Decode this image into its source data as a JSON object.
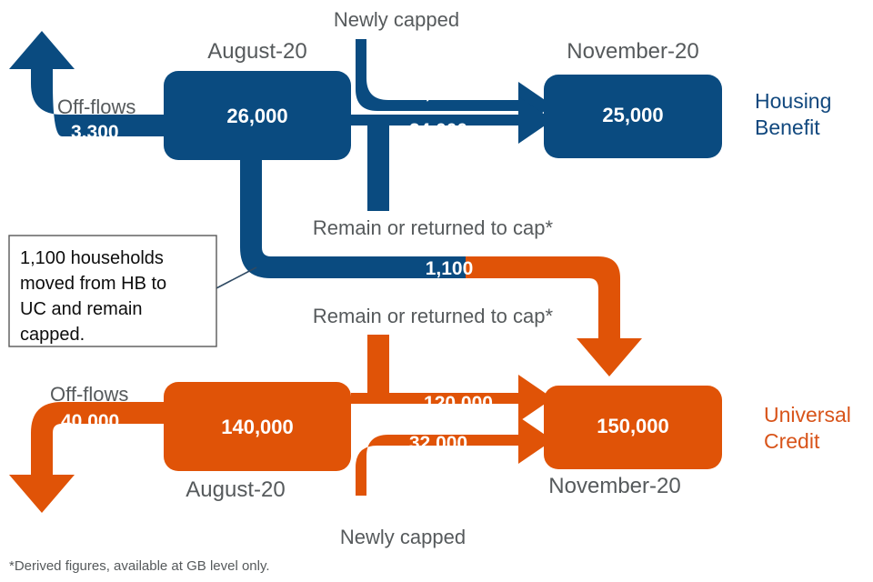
{
  "diagram": {
    "type": "flow",
    "title": "Benefit cap household flows, August-20 to November-20",
    "colors": {
      "housing_benefit": "#0A4B80",
      "universal_credit": "#E05307",
      "label_gray": "#565a5c",
      "background": "#ffffff",
      "callout_border": "#595959"
    }
  },
  "housing_benefit": {
    "stream_label": "Housing Benefit",
    "start": {
      "period_label": "August-20",
      "value": "26,000"
    },
    "end": {
      "period_label": "November-20",
      "value": "25,000"
    },
    "flows": {
      "offflows_label": "Off-flows",
      "offflows_value": "3,300",
      "newly_capped_label": "Newly capped",
      "newly_capped_value": "1,300",
      "remain_label": "Remain or returned to cap*",
      "remain_value": "24,000"
    }
  },
  "transfer": {
    "value": "1,100",
    "callout_text": "1,100 households moved from HB to UC and remain capped."
  },
  "universal_credit": {
    "stream_label": "Universal Credit",
    "start": {
      "period_label": "August-20",
      "value": "140,000"
    },
    "end": {
      "period_label": "November-20",
      "value": "150,000"
    },
    "flows": {
      "offflows_label": "Off-flows",
      "offflows_value": "40,000",
      "newly_capped_label": "Newly capped",
      "newly_capped_value": "32,000",
      "remain_label": "Remain or returned to cap*",
      "remain_value": "120,000"
    }
  },
  "footnote": "*Derived figures, available at GB level only."
}
